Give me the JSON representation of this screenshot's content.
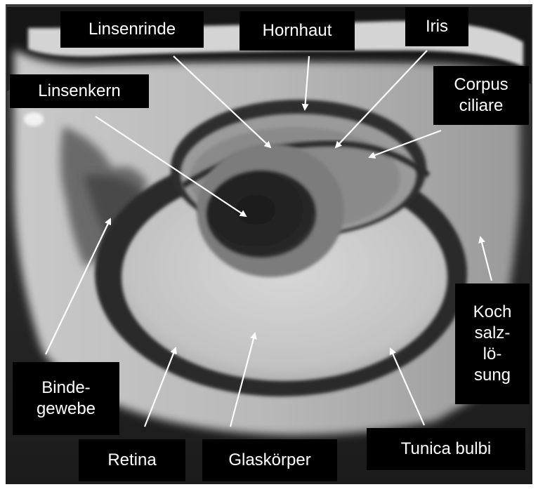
{
  "figure": {
    "subject": "",
    "labels": {
      "linsenrinde": "Linsenrinde",
      "hornhaut": "Hornhaut",
      "iris": "Iris",
      "corpus_ciliare": "Corpus\nciliare",
      "linsenkern": "Linsenkern",
      "bindegewebe": "Binde-\ngewebe",
      "kochsalzloesung": "Koch\nsalz-\nlö-\nsung",
      "retina": "Retina",
      "glaskoerper": "Glaskörper",
      "tunica_bulbi": "Tunica bulbi"
    },
    "colors": {
      "label_background": "#000000",
      "label_text": "#ffffff",
      "arrow": "#ffffff"
    }
  }
}
